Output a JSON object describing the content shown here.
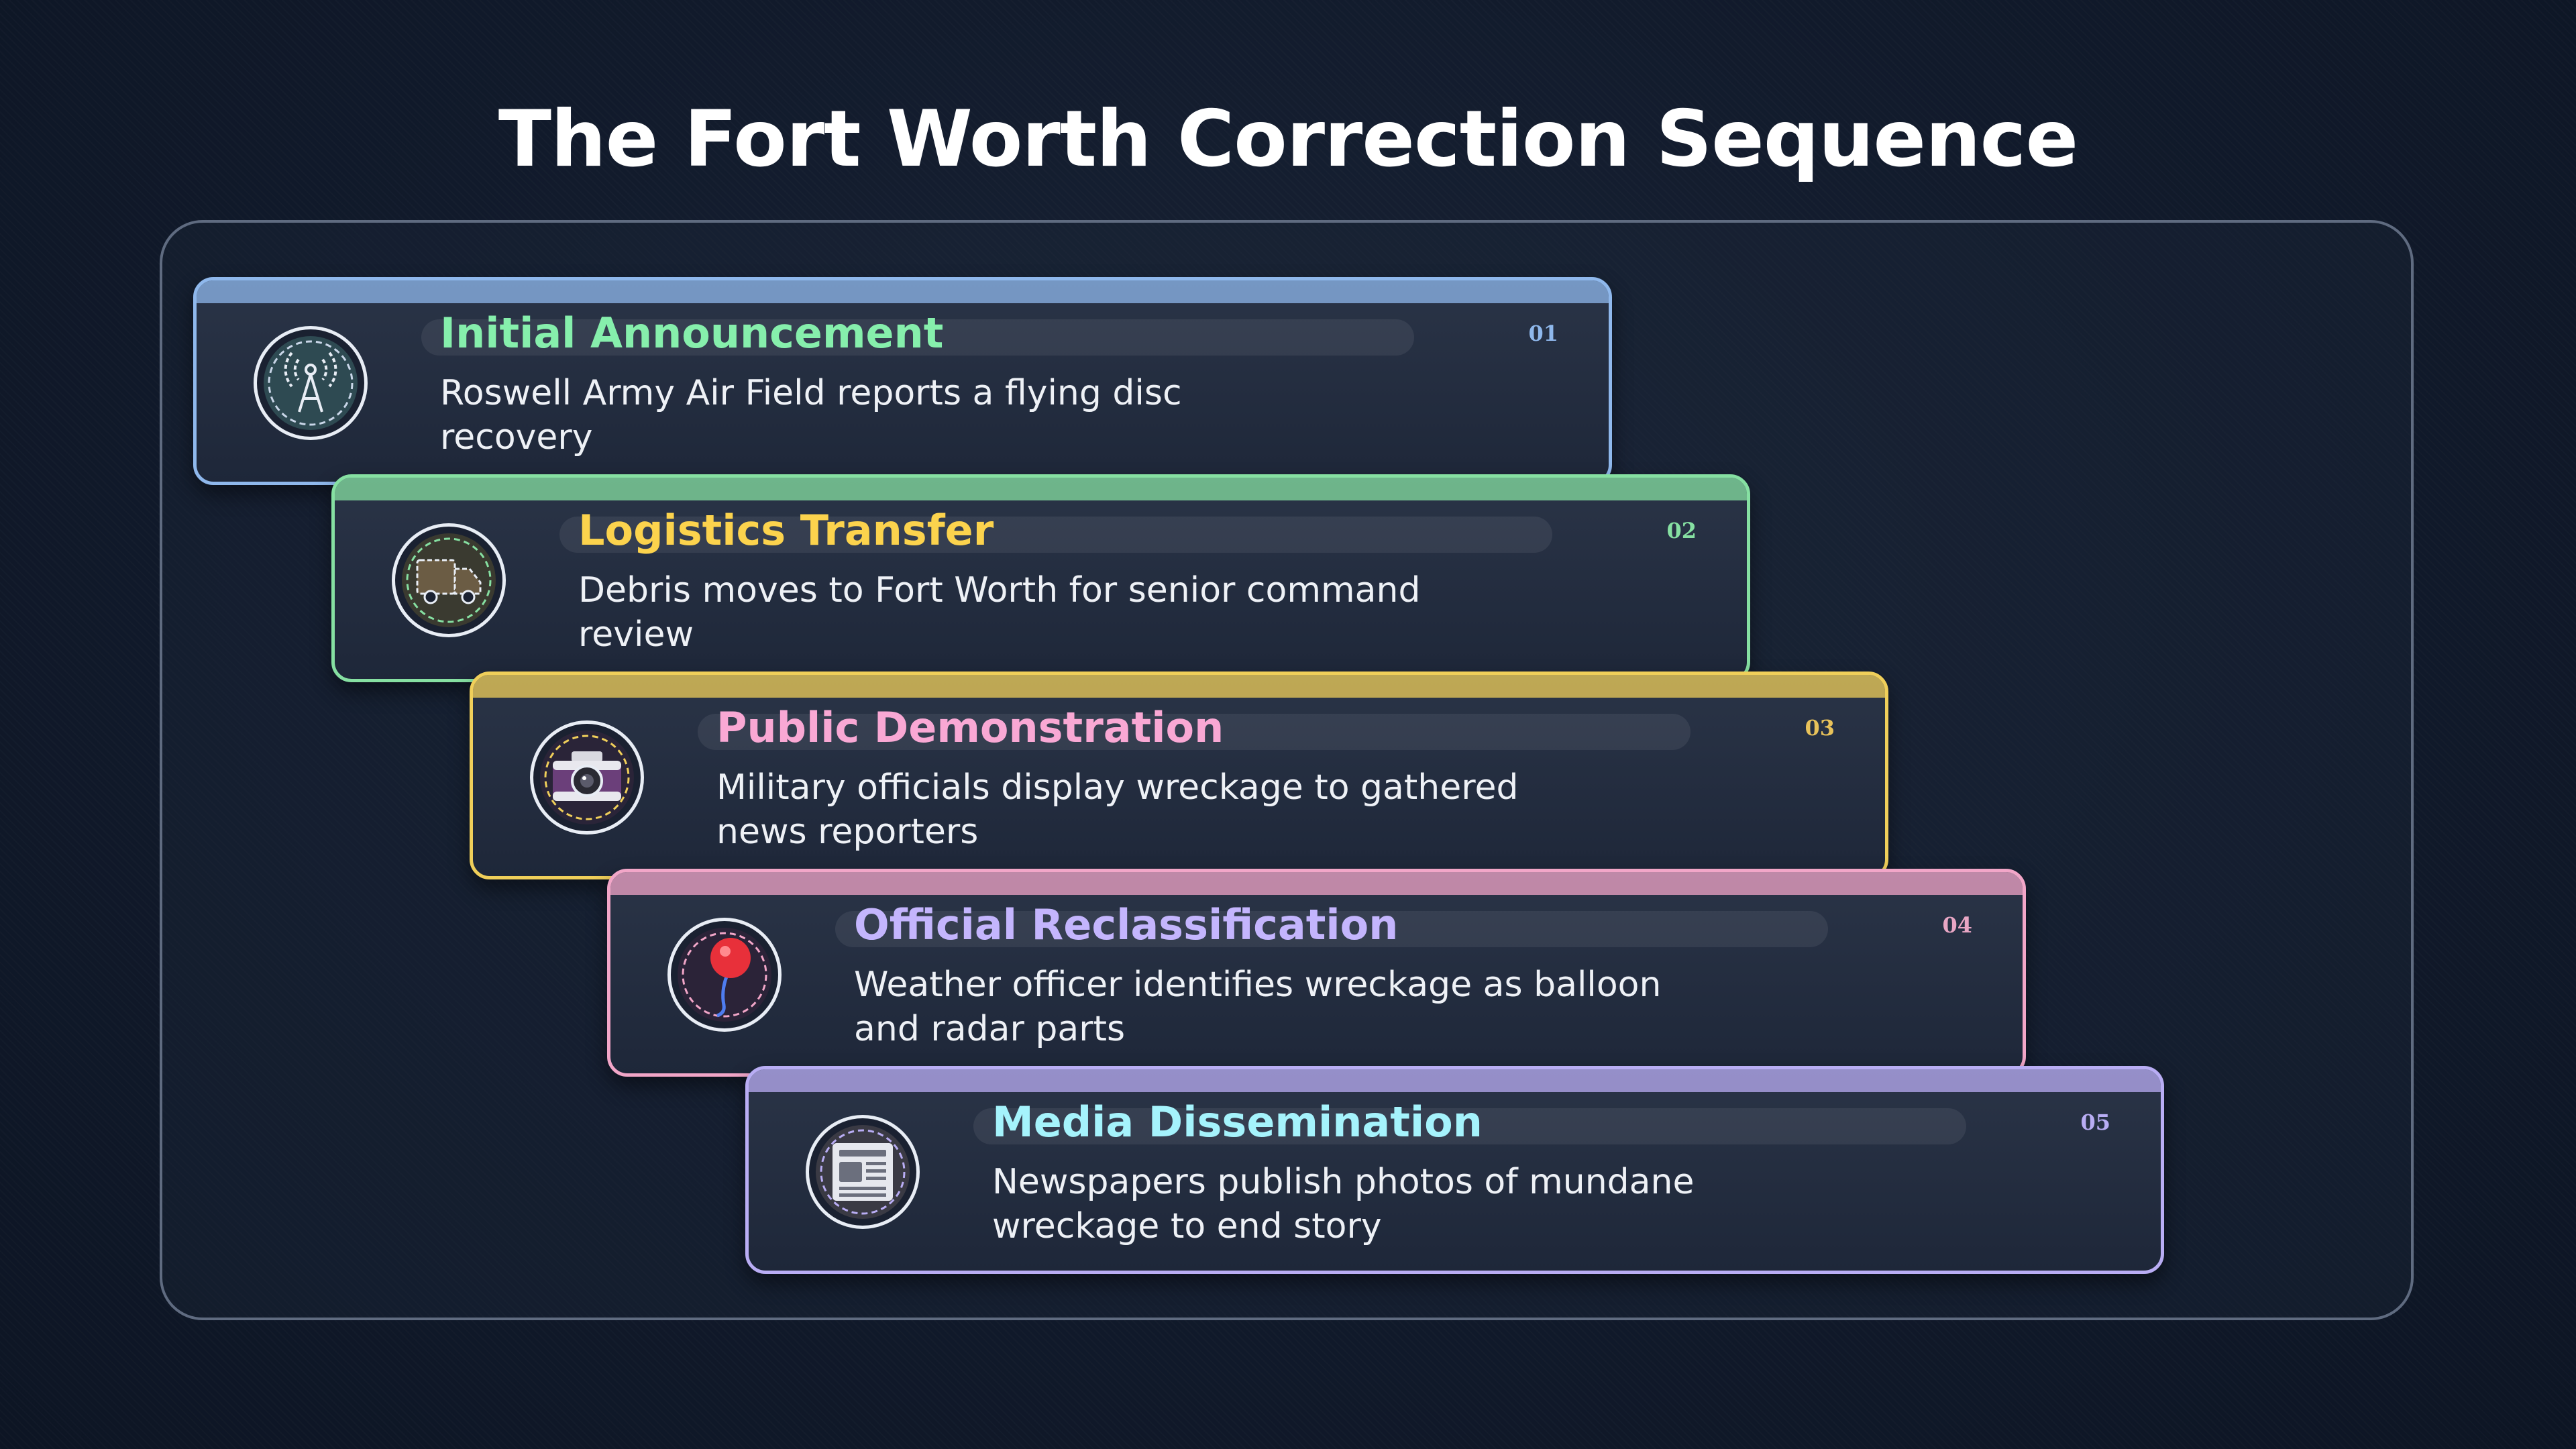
{
  "title": "The Fort Worth Correction Sequence",
  "steps": [
    {
      "number": "01",
      "title": "Initial Announcement",
      "description": "Roswell Army Air Field reports a flying disc recovery",
      "icon": "radio-tower-icon",
      "accent": "#8fb8ec",
      "title_color": "#86efac"
    },
    {
      "number": "02",
      "title": "Logistics Transfer",
      "description": "Debris moves to Fort Worth for senior command review",
      "icon": "truck-icon",
      "accent": "#86e0a2",
      "title_color": "#fcd34d"
    },
    {
      "number": "03",
      "title": "Public Demonstration",
      "description": "Military officials display wreckage to gathered news reporters",
      "icon": "camera-icon",
      "accent": "#f0cf5a",
      "title_color": "#f9a8d4"
    },
    {
      "number": "04",
      "title": "Official Reclassification",
      "description": "Weather officer identifies wreckage as balloon and radar parts",
      "icon": "balloon-icon",
      "accent": "#f2a6c8",
      "title_color": "#c4b5fd"
    },
    {
      "number": "05",
      "title": "Media Dissemination",
      "description": "Newspapers publish photos of mundane wreckage to end story",
      "icon": "newspaper-icon",
      "accent": "#b9adf4",
      "title_color": "#a5f3fc"
    }
  ]
}
